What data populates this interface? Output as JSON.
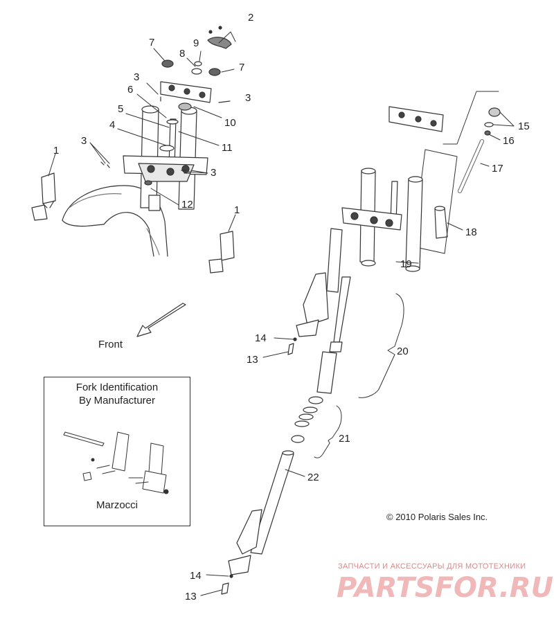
{
  "callouts": [
    {
      "id": "c2",
      "text": "2"
    },
    {
      "id": "c7a",
      "text": "7"
    },
    {
      "id": "c9",
      "text": "9"
    },
    {
      "id": "c8",
      "text": "8"
    },
    {
      "id": "c7b",
      "text": "7"
    },
    {
      "id": "c3a",
      "text": "3"
    },
    {
      "id": "c6",
      "text": "6"
    },
    {
      "id": "c3b",
      "text": "3"
    },
    {
      "id": "c10",
      "text": "10"
    },
    {
      "id": "c5",
      "text": "5"
    },
    {
      "id": "c11",
      "text": "11"
    },
    {
      "id": "c4",
      "text": "4"
    },
    {
      "id": "c3c",
      "text": "3"
    },
    {
      "id": "c3d",
      "text": "3"
    },
    {
      "id": "c1a",
      "text": "1"
    },
    {
      "id": "c12",
      "text": "12"
    },
    {
      "id": "c1b",
      "text": "1"
    },
    {
      "id": "c15",
      "text": "15"
    },
    {
      "id": "c16",
      "text": "16"
    },
    {
      "id": "c17",
      "text": "17"
    },
    {
      "id": "c18",
      "text": "18"
    },
    {
      "id": "c19",
      "text": "19"
    },
    {
      "id": "c14a",
      "text": "14"
    },
    {
      "id": "c13a",
      "text": "13"
    },
    {
      "id": "c20",
      "text": "20"
    },
    {
      "id": "c21",
      "text": "21"
    },
    {
      "id": "c22",
      "text": "22"
    },
    {
      "id": "c14b",
      "text": "14"
    },
    {
      "id": "c13b",
      "text": "13"
    }
  ],
  "front_label": "Front",
  "inset": {
    "title_line1": "Fork Identification",
    "title_line2": "By Manufacturer",
    "caption": "Marzocci"
  },
  "copyright": "© 2010 Polaris Sales Inc.",
  "watermark": {
    "tagline": "ЗАПЧАСТИ И АКСЕССУАРЫ ДЛЯ МОТОТЕХНИКИ",
    "logo": "PARTSFOR.RU"
  }
}
